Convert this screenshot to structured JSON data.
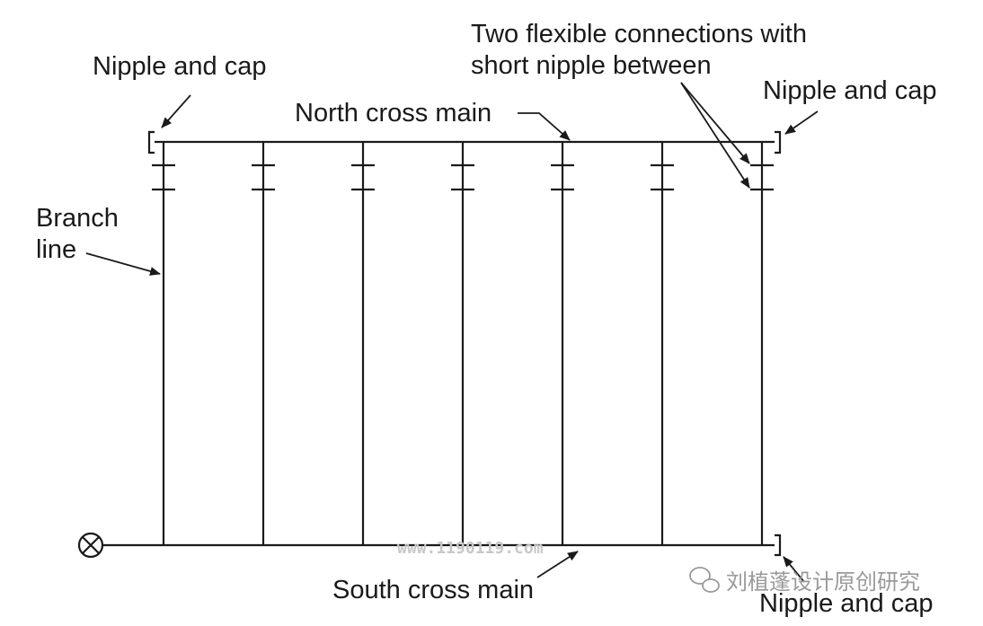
{
  "labels": {
    "nipple_cap_top_left": "Nipple and cap",
    "nipple_cap_top_right": "Nipple and cap",
    "nipple_cap_bottom_right": "Nipple and cap",
    "north_cross_main": "North cross main",
    "south_cross_main": "South cross main",
    "branch_line_1": "Branch",
    "branch_line_2": "line",
    "flex_connections_1": "Two flexible connections with",
    "flex_connections_2": "short nipple between"
  },
  "branch_count": 7,
  "watermark": {
    "url": "www.1190119.com",
    "wechat": "刘植蓬设计原创研究",
    "wechat_icon": "wechat-icon"
  },
  "colors": {
    "line": "#1a1a1a",
    "background": "#ffffff"
  }
}
